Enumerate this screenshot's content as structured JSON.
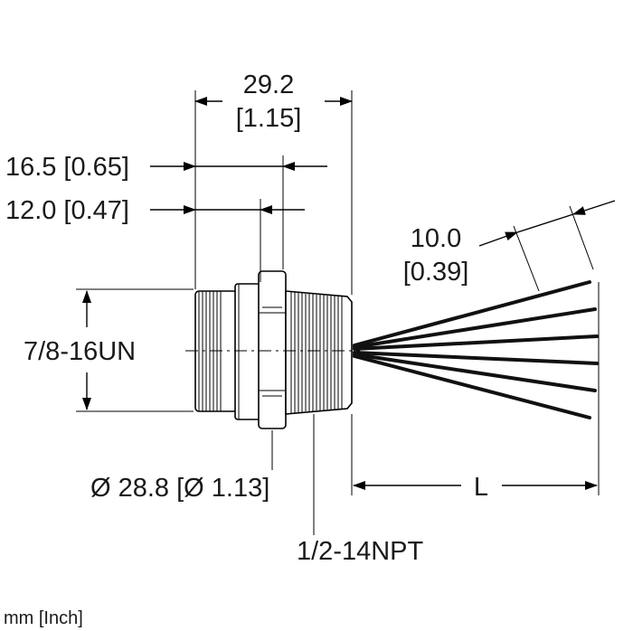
{
  "dimensions": {
    "overall_length_mm": "29.2",
    "overall_length_in": "[1.15]",
    "length_a": "16.5 [0.65]",
    "length_b": "12.0 [0.47]",
    "wire_strip_mm": "10.0",
    "wire_strip_in": "[0.39]",
    "thread_front": "7/8-16UN",
    "diameter": "Ø 28.8 [Ø 1.13]",
    "thread_rear": "1/2-14NPT",
    "cable_length": "L"
  },
  "units_note": "mm [Inch]"
}
